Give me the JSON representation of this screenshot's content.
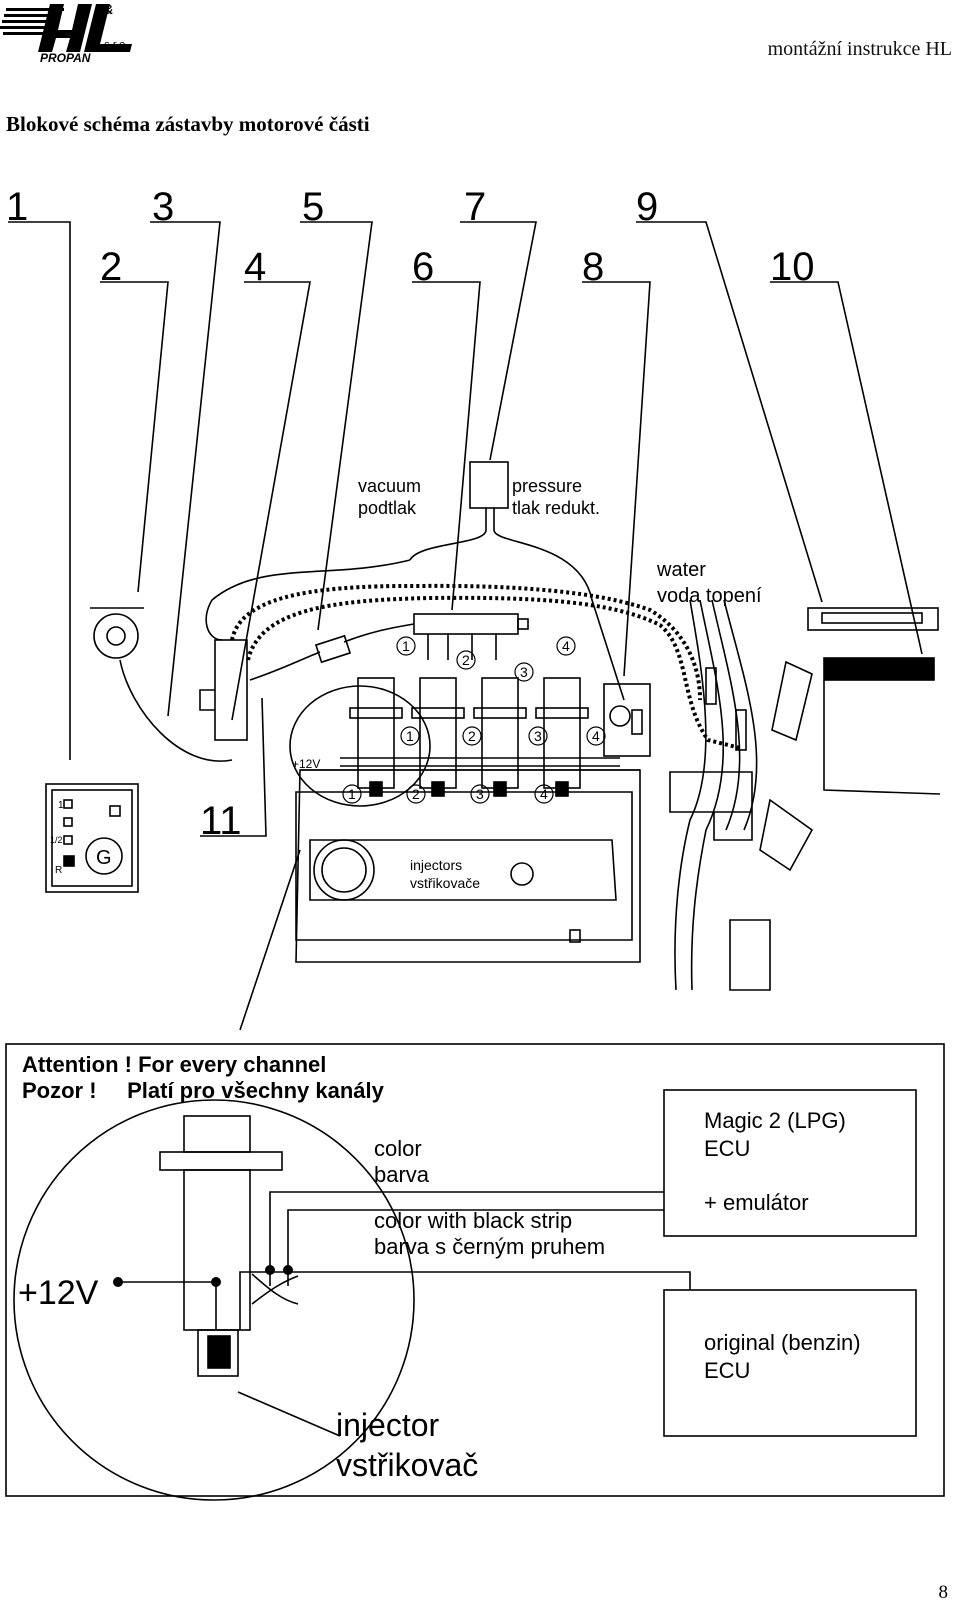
{
  "header": {
    "logo_text": "H&L PROPAN s.r.o.",
    "document_title": "montážní instrukce HL"
  },
  "section_title": "Blokové schéma zástavby motorové části",
  "page_number": "8",
  "callouts": [
    "1",
    "2",
    "3",
    "4",
    "5",
    "6",
    "7",
    "8",
    "9",
    "10",
    "11"
  ],
  "labels": {
    "vacuum_en": "vacuum",
    "vacuum_cz": "podtlak",
    "pressure_en": "pressure",
    "pressure_cz": "tlak redukt.",
    "water_en": "water",
    "water_cz": "voda topení",
    "injectors_en": "injectors",
    "injectors_cz": "vstřikovače",
    "plus12v_small": "+12V",
    "switch_levels": [
      "1",
      "1/2",
      "R"
    ],
    "switch_g": "G",
    "rail_numbers": [
      "1",
      "2",
      "3",
      "4"
    ]
  },
  "detail": {
    "attention_en": "Attention ! For every channel",
    "attention_cz": "Pozor !     Platí pro všechny kanály",
    "color_en": "color",
    "color_cz": "barva",
    "strip_en": "color with black strip",
    "strip_cz": "barva s černým pruhem",
    "plus12v": "+12V",
    "ecu_lpg_line1": "Magic 2 (LPG)",
    "ecu_lpg_line2": "ECU",
    "ecu_lpg_line3": "+ emulátor",
    "ecu_orig_line1": "original (benzin)",
    "ecu_orig_line2": "ECU",
    "injector_en": "injector",
    "injector_cz": "vstřikovač"
  }
}
